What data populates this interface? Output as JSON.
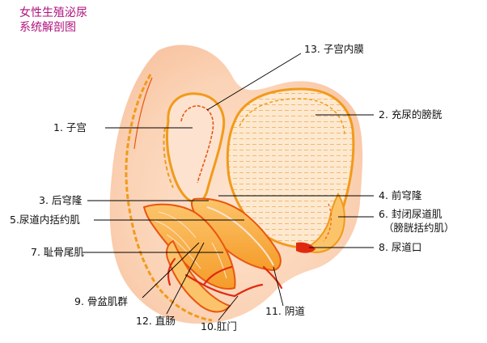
{
  "title": {
    "line1": "女性生殖泌尿",
    "line2": "系统解剖图"
  },
  "labels": {
    "uterus": "1. 子宫",
    "bladder": "2. 充尿的膀胱",
    "posterior_fornix": "3. 后穹隆",
    "anterior_fornix": "4. 前穹隆",
    "internal_sphincter": "5.尿道内括约肌",
    "closed_sphincter_line1": "6. 封闭尿道肌",
    "closed_sphincter_line2": "（膀胱括约肌）",
    "pubococcygeus": "7. 耻骨尾肌",
    "urethral_orifice": "8. 尿道口",
    "pelvic_floor": "9. 骨盆肌群",
    "anus": "10.肛门",
    "vagina": "11. 阴道",
    "rectum": "12. 直肠",
    "endometrium": "13. 子宫内膜"
  },
  "colors": {
    "title": "#b0127e",
    "tissue": "#fbd9c0",
    "muscle_outline": "#f29a1a",
    "muscle_fill": "#fbb95a",
    "muscle_dark": "#e8560f",
    "blood": "#e02a10",
    "bladder_fill": "#fde6c7",
    "leader_line": "#000000"
  }
}
